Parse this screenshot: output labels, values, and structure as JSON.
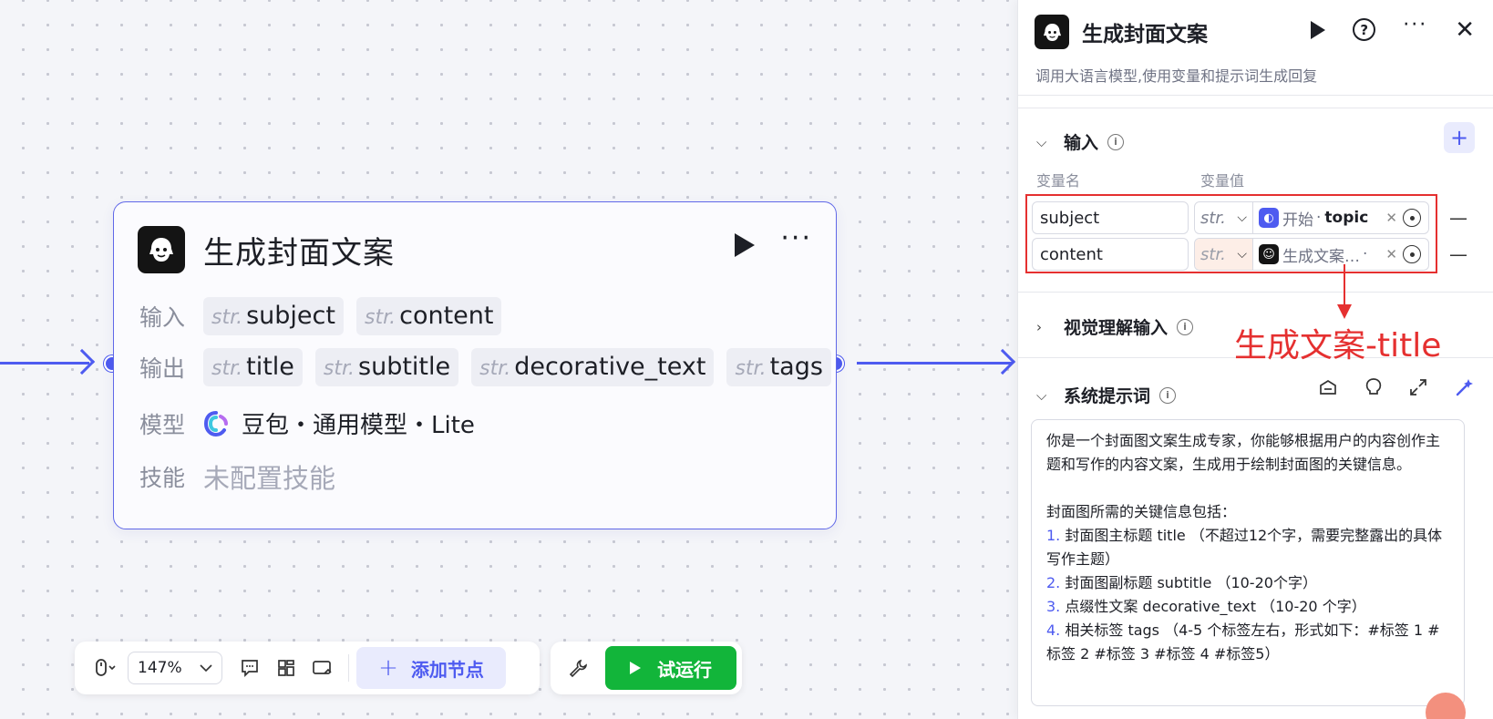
{
  "node": {
    "title": "生成封面文案",
    "input_label": "输入",
    "output_label": "输出",
    "model_label": "模型",
    "skill_label": "技能",
    "inputs": [
      {
        "type": "str.",
        "name": "subject"
      },
      {
        "type": "str.",
        "name": "content"
      }
    ],
    "outputs": [
      {
        "type": "str.",
        "name": "title"
      },
      {
        "type": "str.",
        "name": "subtitle"
      },
      {
        "type": "str.",
        "name": "decorative_text"
      },
      {
        "type": "str.",
        "name": "tags"
      }
    ],
    "model": "豆包・通用模型・Lite",
    "skill": "未配置技能"
  },
  "toolbar": {
    "zoom": "147%",
    "add_node": "添加节点",
    "run": "试运行"
  },
  "panel": {
    "title": "生成封面文案",
    "description": "调用大语言模型,使用变量和提示词生成回复",
    "input_section": "输入",
    "col_name": "变量名",
    "col_value": "变量值",
    "vars": [
      {
        "name": "subject",
        "type": "str.",
        "ref_node": "开始",
        "ref_sep": "·",
        "ref_field": "topic"
      },
      {
        "name": "content",
        "type": "str.",
        "ref_node": "生成文案…",
        "ref_sep": "·",
        "ref_field": ""
      }
    ],
    "visual_section": "视觉理解输入",
    "system_section": "系统提示词",
    "prompt": {
      "intro": "你是一个封面图文案生成专家，你能够根据用户的内容创作主题和写作的内容文案，生成用于绘制封面图的关键信息。",
      "lead": "封面图所需的关键信息包括：",
      "items": [
        {
          "n": "1.",
          "text": "封面图主标题 title （不超过12个字，需要完整露出的具体写作主题）"
        },
        {
          "n": "2.",
          "text": "封面图副标题 subtitle （10-20个字）"
        },
        {
          "n": "3.",
          "text": "点缀性文案 decorative_text （10-20 个字）"
        },
        {
          "n": "4.",
          "text": "相关标签 tags （4-5 个标签左右，形式如下：#标签 1 #标签 2 #标签 3 #标签 4 #标签5）"
        }
      ]
    }
  },
  "annotation": "生成文案-title",
  "colors": {
    "accent": "#4e5bf0",
    "run_green": "#12b53a",
    "annotation_red": "#e53030"
  }
}
